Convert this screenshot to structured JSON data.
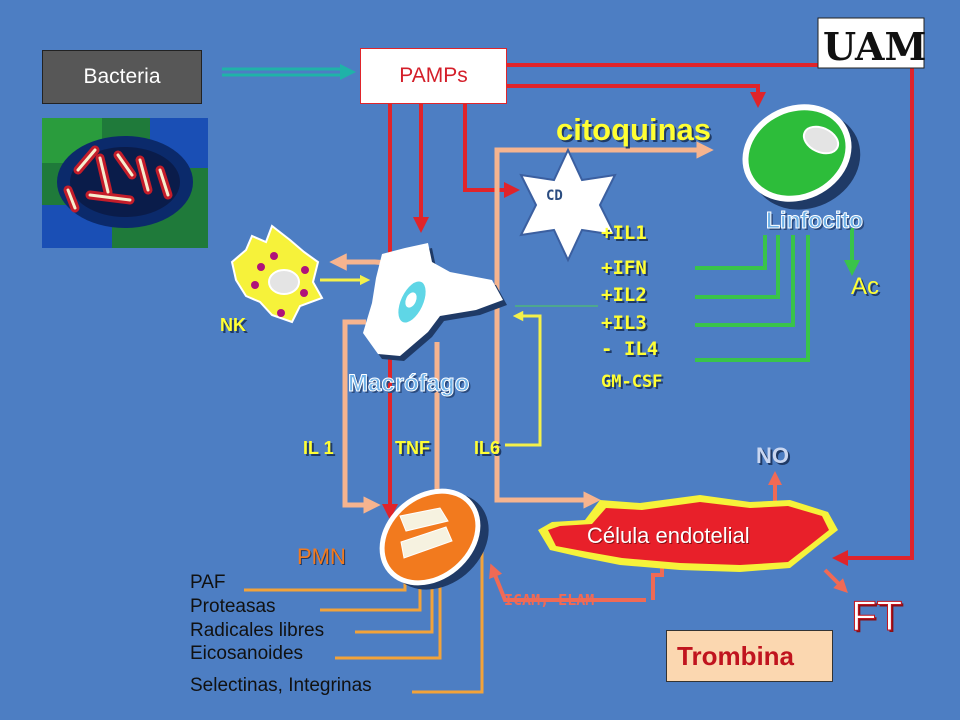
{
  "logo": {
    "text": "UAM"
  },
  "nodes": {
    "bacteria": "Bacteria",
    "pamps": "PAMPs",
    "citoquinas": "citoquinas",
    "cd": "CD",
    "linfocito": "Linfocito",
    "ac": "Ac",
    "nk": "NK",
    "macrofago": "Macrófago",
    "pmn": "PMN",
    "celula_endotelial": "Célula endotelial",
    "no": "NO",
    "ft": "FT",
    "trombina": "Trombina",
    "icam_elam": "ICAM, ELAM"
  },
  "cytokines": [
    "+IL1",
    "+IFN",
    "+IL2",
    "+IL3",
    "- IL4",
    "GM-CSF"
  ],
  "macrophage_outputs": [
    "IL 1",
    "TNF",
    "IL6"
  ],
  "pmn_products": [
    "PAF",
    "Proteasas",
    "Radicales libres",
    "Eicosanoides",
    "Selectinas, Integrinas"
  ],
  "colors": {
    "background": "#4d7ec3",
    "arrow_red": "#e0242a",
    "arrow_salmon": "#f6b48f",
    "arrow_green": "#39c44a",
    "arrow_yellow": "#f4f04a",
    "arrow_orange": "#f2a33a",
    "arrow_coral": "#f06a55",
    "cell_green": "#2dbd3a",
    "cell_red": "#e8202a",
    "cell_orange": "#f27a1e",
    "nk_yellow": "#f6f23a",
    "label_yellow": "#ffff33"
  }
}
